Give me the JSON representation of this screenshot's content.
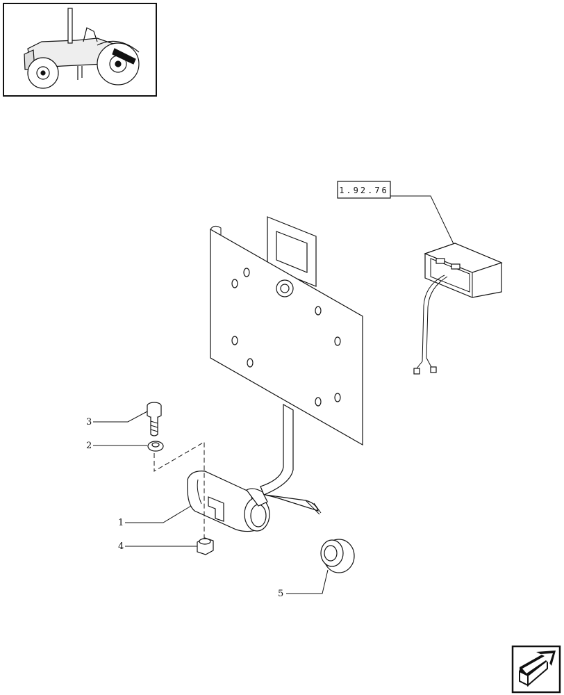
{
  "reference_box": {
    "text": "1.92.76"
  },
  "callouts": [
    {
      "id": "callout-1",
      "label": "1"
    },
    {
      "id": "callout-2",
      "label": "2"
    },
    {
      "id": "callout-3",
      "label": "3"
    },
    {
      "id": "callout-4",
      "label": "4"
    },
    {
      "id": "callout-5",
      "label": "5"
    }
  ],
  "icons": {
    "thumbnail": "tractor-thumbnail-icon",
    "navigation": "next-page-arrow-icon"
  }
}
